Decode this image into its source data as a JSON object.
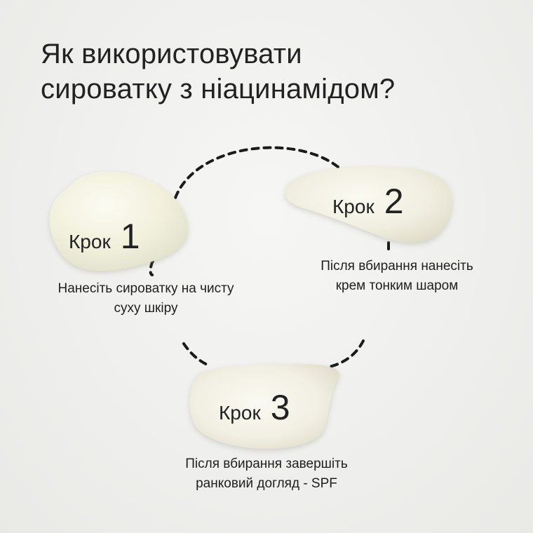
{
  "title": {
    "line1": "Як використовувати",
    "line2": "сироватку з ніацинамідом?"
  },
  "steps": [
    {
      "word": "Крок",
      "number": "1",
      "desc_line1": "Нанесіть сироватку на чисту",
      "desc_line2": "суху шкіру"
    },
    {
      "word": "Крок",
      "number": "2",
      "desc_line1": "Після вбирання нанесіть",
      "desc_line2": "крем тонким шаром"
    },
    {
      "word": "Крок",
      "number": "3",
      "desc_line1": "Після вбирання завершіть",
      "desc_line2": "ранковий догляд - SPF"
    }
  ],
  "colors": {
    "background": "#efefed",
    "cream": "#f2f1e4",
    "dash": "#1a1a1a",
    "text": "#1e1e1e"
  }
}
